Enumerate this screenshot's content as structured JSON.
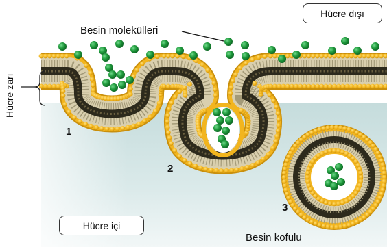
{
  "labels": {
    "outside": "Hücre dışı",
    "inside": "Hücre içi",
    "membrane": "Hücre zarı",
    "molecules": "Besin molekülleri",
    "vacuole": "Besin kofulu"
  },
  "steps": [
    "1",
    "2",
    "3"
  ],
  "colors": {
    "outside_bg": "#ffffff",
    "cytoplasm": "#cfe3e3",
    "phospholipid_head": "#f2b51e",
    "head_edge": "#c98f0c",
    "membrane_core": "#2d2a1c",
    "molecule": "#1f9a3c"
  }
}
